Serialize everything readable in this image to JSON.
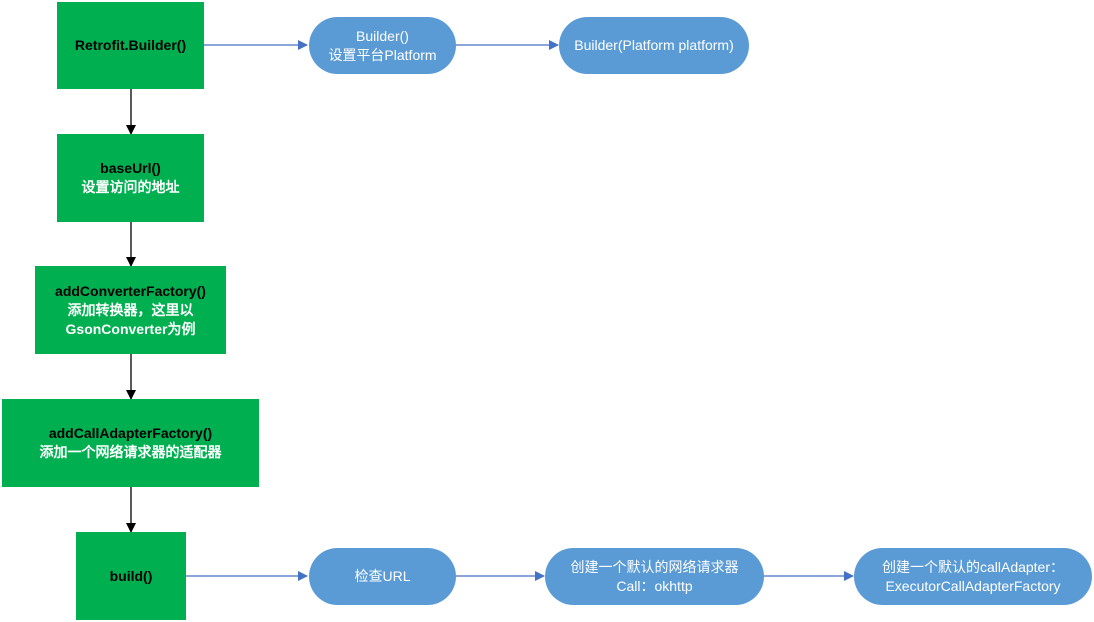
{
  "colors": {
    "green_node": "#00b050",
    "blue_node": "#5b9bd5",
    "dark_arrow": "#000000",
    "blue_arrow": "#4472c4"
  },
  "nodes": {
    "retrofit_builder": {
      "title": "Retrofit.Builder()"
    },
    "base_url": {
      "title": "baseUrl()",
      "desc": "设置访问的地址"
    },
    "add_converter": {
      "title": "addConverterFactory()",
      "desc1": "添加转换器，这里以",
      "desc2": "GsonConverter为例"
    },
    "add_call_adapter": {
      "title": "addCallAdapterFactory()",
      "desc": "添加一个网络请求器的适配器"
    },
    "build": {
      "title": "build()"
    },
    "builder_platform": {
      "line1": "Builder()",
      "line2": "设置平台Platform"
    },
    "builder_platform_ctor": {
      "line1": "Builder(Platform platform)"
    },
    "check_url": {
      "line1": "检查URL"
    },
    "default_call": {
      "line1": "创建一个默认的网络请求器",
      "line2": "Call：okhttp"
    },
    "default_adapter": {
      "line1": "创建一个默认的callAdapter：",
      "line2": "ExecutorCallAdapterFactory"
    }
  }
}
